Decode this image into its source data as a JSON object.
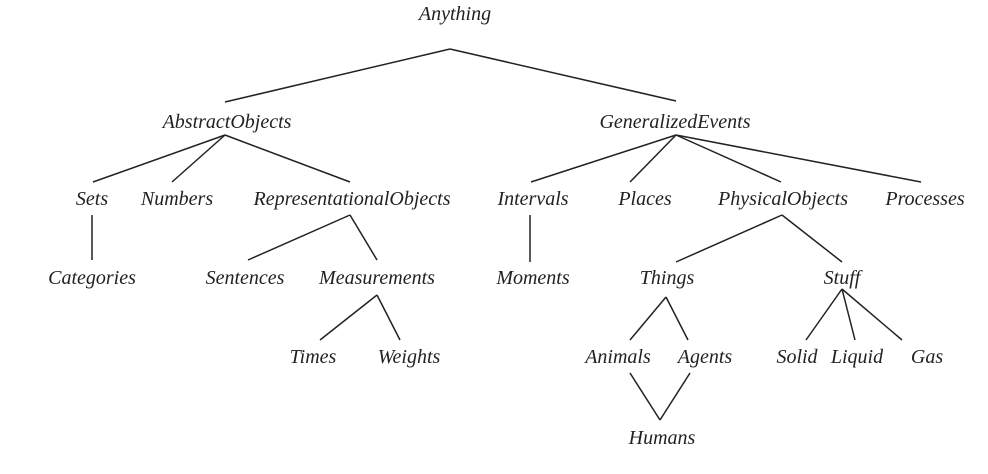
{
  "diagram": {
    "nodes": {
      "anything": "Anything",
      "abstract_objects": "AbstractObjects",
      "generalized_events": "GeneralizedEvents",
      "sets": "Sets",
      "numbers": "Numbers",
      "representational_objects": "RepresentationalObjects",
      "intervals": "Intervals",
      "places": "Places",
      "physical_objects": "PhysicalObjects",
      "processes": "Processes",
      "categories": "Categories",
      "sentences": "Sentences",
      "measurements": "Measurements",
      "moments": "Moments",
      "things": "Things",
      "stuff": "Stuff",
      "times": "Times",
      "weights": "Weights",
      "animals": "Animals",
      "agents": "Agents",
      "solid": "Solid",
      "liquid": "Liquid",
      "gas": "Gas",
      "humans": "Humans"
    },
    "edges": [
      [
        "anything",
        "abstract_objects"
      ],
      [
        "anything",
        "generalized_events"
      ],
      [
        "abstract_objects",
        "sets"
      ],
      [
        "abstract_objects",
        "numbers"
      ],
      [
        "abstract_objects",
        "representational_objects"
      ],
      [
        "generalized_events",
        "intervals"
      ],
      [
        "generalized_events",
        "places"
      ],
      [
        "generalized_events",
        "physical_objects"
      ],
      [
        "generalized_events",
        "processes"
      ],
      [
        "sets",
        "categories"
      ],
      [
        "representational_objects",
        "sentences"
      ],
      [
        "representational_objects",
        "measurements"
      ],
      [
        "intervals",
        "moments"
      ],
      [
        "physical_objects",
        "things"
      ],
      [
        "physical_objects",
        "stuff"
      ],
      [
        "measurements",
        "times"
      ],
      [
        "measurements",
        "weights"
      ],
      [
        "things",
        "animals"
      ],
      [
        "things",
        "agents"
      ],
      [
        "stuff",
        "solid"
      ],
      [
        "stuff",
        "liquid"
      ],
      [
        "stuff",
        "gas"
      ],
      [
        "animals",
        "humans"
      ],
      [
        "agents",
        "humans"
      ]
    ]
  }
}
